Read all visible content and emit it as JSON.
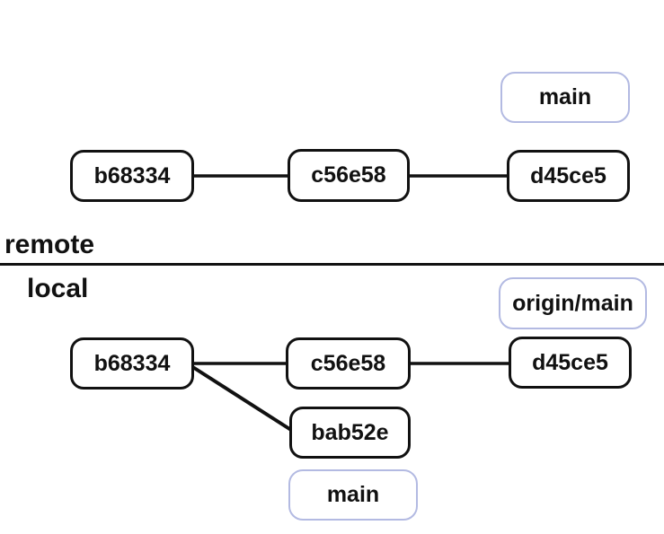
{
  "remote": {
    "section_label": "remote",
    "branch_labels": [
      {
        "text": "main"
      }
    ],
    "commits": [
      {
        "id": "b68334"
      },
      {
        "id": "c56e58"
      },
      {
        "id": "d45ce5"
      }
    ]
  },
  "local": {
    "section_label": "local",
    "branch_labels": [
      {
        "text": "origin/main"
      },
      {
        "text": "main"
      }
    ],
    "commits": [
      {
        "id": "b68334"
      },
      {
        "id": "c56e58"
      },
      {
        "id": "d45ce5"
      },
      {
        "id": "bab52e"
      }
    ]
  },
  "colors": {
    "commit_border": "#111111",
    "branch_label_border": "#b3bae2",
    "connector": "#111111",
    "text": "#111111",
    "background": "#ffffff"
  }
}
